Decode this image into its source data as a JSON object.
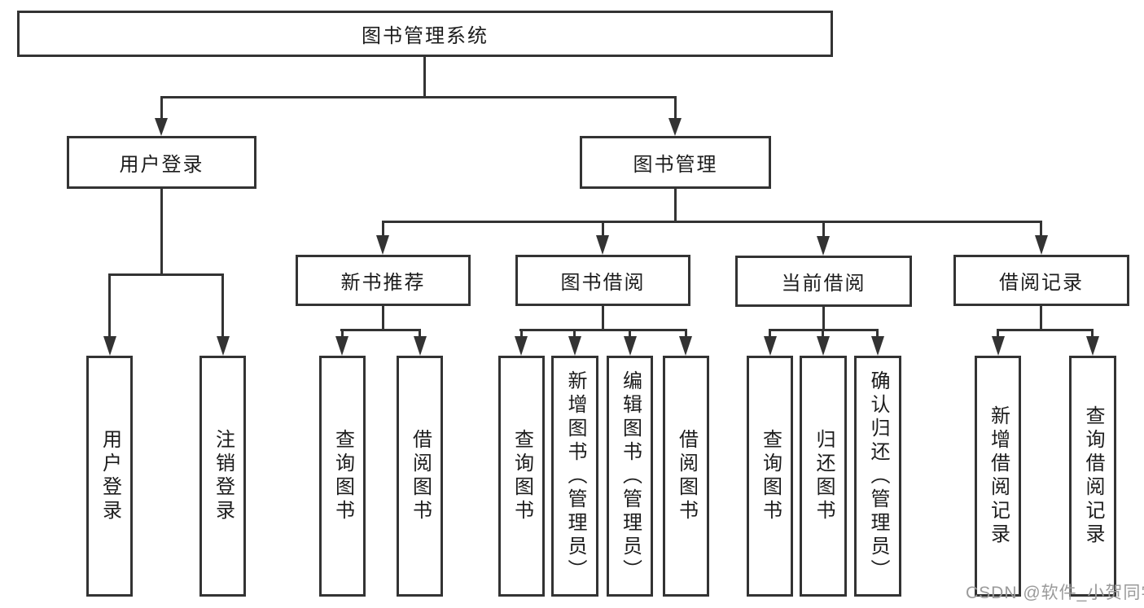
{
  "diagram": {
    "root": "图书管理系统",
    "level1": {
      "user_login": "用户登录",
      "book_management": "图书管理"
    },
    "level2": {
      "new_book_recommend": "新书推荐",
      "book_borrow": "图书借阅",
      "current_borrow": "当前借阅",
      "borrow_records": "借阅记录"
    },
    "leaves": {
      "user_login": [
        "用户登录",
        "注销登录"
      ],
      "new_book_recommend": [
        "查询图书",
        "借阅图书"
      ],
      "book_borrow": [
        "查询图书",
        "新增图书（管理员）",
        "编辑图书（管理员）",
        "借阅图书"
      ],
      "current_borrow": [
        "查询图书",
        "归还图书",
        "确认归还（管理员）"
      ],
      "borrow_records": [
        "新增借阅记录",
        "查询借阅记录"
      ]
    }
  },
  "watermark": "CSDN @软件_小贺同学",
  "colors": {
    "line": "#333333",
    "text": "#1c1c1c",
    "watermark": "#9a9a9a",
    "background": "#ffffff"
  }
}
